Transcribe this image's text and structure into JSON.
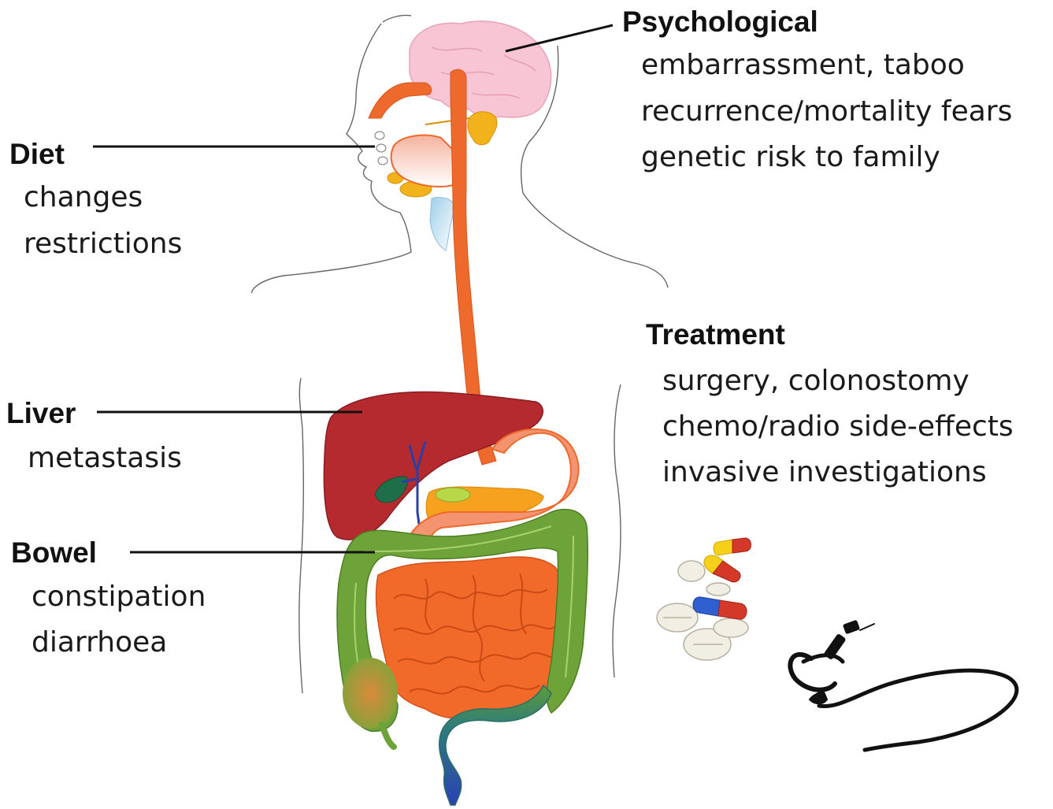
{
  "labels": {
    "psychological": {
      "heading": "Psychological",
      "items": [
        "embarrassment, taboo",
        "recurrence/mortality fears",
        "genetic risk to family"
      ]
    },
    "diet": {
      "heading": "Diet",
      "items": [
        "changes",
        "restrictions"
      ]
    },
    "treatment": {
      "heading": "Treatment",
      "items": [
        "surgery, colonostomy",
        "chemo/radio side-effects",
        "invasive investigations"
      ]
    },
    "liver": {
      "heading": "Liver",
      "items": [
        "metastasis"
      ]
    },
    "bowel": {
      "heading": "Bowel",
      "items": [
        "constipation",
        "diarrhoea"
      ]
    }
  },
  "colors": {
    "esophagus": "#ee6a2c",
    "liver": "#b52a2e",
    "colon": "#6ea33a",
    "small_intestine": "#f26a2a",
    "brain": "#f7c5d4",
    "gallbladder": "#1f6e4a",
    "salivary_gland": "#f2b21c",
    "pancreas": "#f6a21e",
    "stomach": "#f49370",
    "rectum_top": "#2e7d7a",
    "rectum_bottom": "#2a45b0",
    "outline": "#555555",
    "leader_line": "#111111"
  }
}
